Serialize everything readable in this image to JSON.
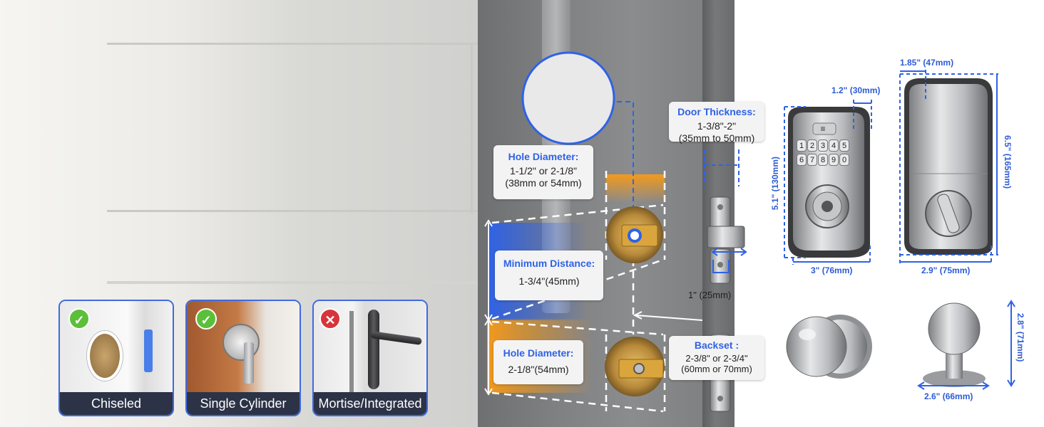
{
  "callouts": {
    "door_thickness": {
      "title": "Door Thickness:",
      "line1": "1-3/8\"-2\"",
      "line2": "(35mm to 50mm)"
    },
    "hole_diameter_top": {
      "title": "Hole Diameter:",
      "line1": "1-1/2\" or 2-1/8\"",
      "line2": "(38mm or 54mm)"
    },
    "minimum_distance": {
      "title": "Minimum Distance:",
      "line1": "1-3/4\"(45mm)"
    },
    "hole_diameter_bottom": {
      "title": "Hole Diameter:",
      "line1": "2-1/8\"(54mm)"
    },
    "backset": {
      "title": "Backset :",
      "line1": "2-3/8\" or 2-3/4\"",
      "line2": "(60mm or 70mm)"
    }
  },
  "latch_label": "1\" (25mm)",
  "dimensions": {
    "front_depth": "1.2\" (30mm)",
    "front_height": "5.1\" (130mm)",
    "front_width": "3\" (76mm)",
    "back_depth": "1.85\" (47mm)",
    "back_height": "6.5\" (165mm)",
    "back_width": "2.9\" (75mm)",
    "knob_height": "2.8\" (71mm)",
    "knob_width": "2.6\" (66mm)"
  },
  "keypad": {
    "keys": [
      "1",
      "2",
      "3",
      "4",
      "5",
      "6",
      "7",
      "8",
      "9",
      "0"
    ],
    "menu": "≡"
  },
  "door_types": [
    {
      "label": "Chiseled",
      "status": "check"
    },
    {
      "label": "Single Cylinder",
      "status": "check"
    },
    {
      "label": "Mortise/Integrated",
      "status": "cross"
    }
  ],
  "colors": {
    "accent": "#2f62e6",
    "orange": "#f39a1c",
    "check": "#5bbf3a",
    "cross": "#d8343b",
    "label_bg": "#2c3346"
  }
}
